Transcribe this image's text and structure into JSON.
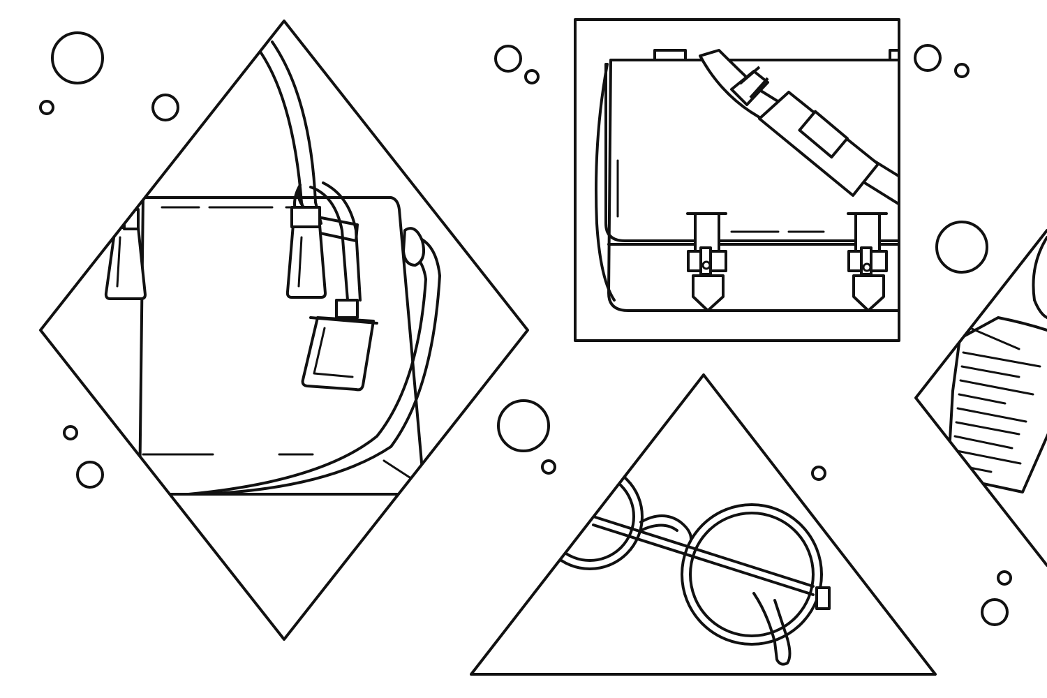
{
  "illustration": {
    "style": "black line-art on white",
    "colors": {
      "line": "#111111",
      "background": "#ffffff"
    },
    "panels": [
      {
        "shape": "diamond",
        "subject": "handbag-icon"
      },
      {
        "shape": "square",
        "subject": "messenger-bag-icon"
      },
      {
        "shape": "triangle",
        "subject": "round-glasses-icon"
      },
      {
        "shape": "diamond-partial",
        "subject": "wrapped-item-icon"
      }
    ]
  }
}
